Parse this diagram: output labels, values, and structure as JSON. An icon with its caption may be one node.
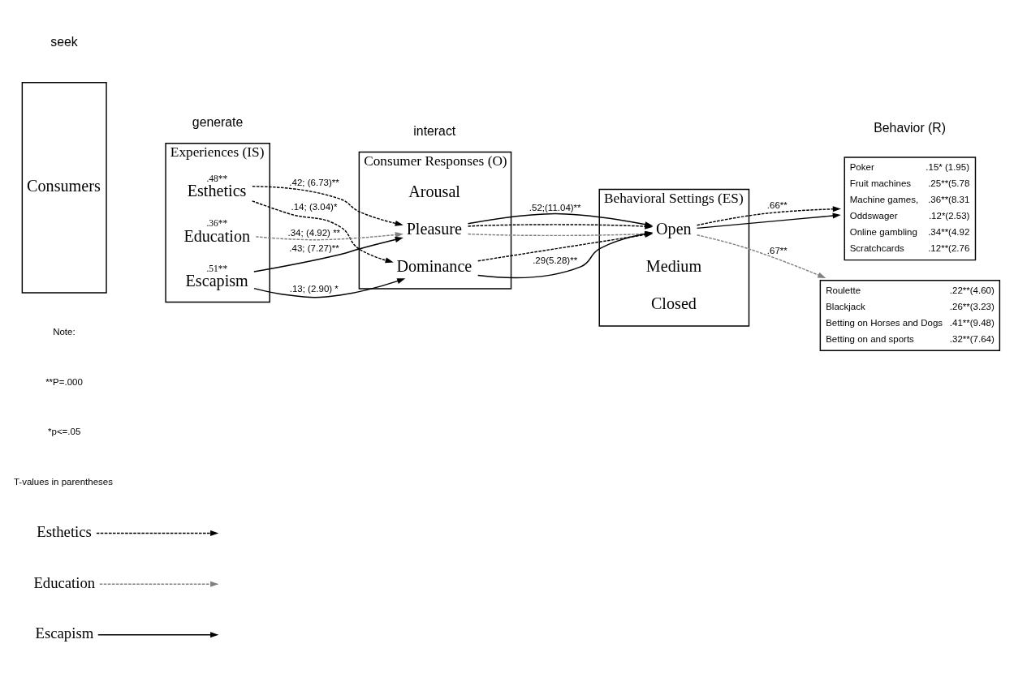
{
  "diagram": {
    "nodes": [
      {
        "text": [
          "Consumers"
        ]
      },
      {
        "text": [
          "Experiences (IS)"
        ]
      },
      {
        "text": [
          "Esthetics"
        ],
        "beside": [
          ".48**"
        ],
        "in": 1
      },
      {
        "text": [
          "Education"
        ],
        "beside": [
          ".36**"
        ],
        "in": 1
      },
      {
        "text": [
          "Escapism"
        ],
        "beside": [
          ".51**"
        ],
        "in": 1
      },
      {
        "text": [
          "Consumer Responses (O)"
        ]
      },
      {
        "text": [
          "Arousal"
        ],
        "in": 5
      },
      {
        "text": [
          "Pleasure"
        ],
        "in": 5
      },
      {
        "text": [
          "Dominance"
        ],
        "in": 5
      },
      {
        "text": [
          "Behavioral Settings (ES)"
        ]
      },
      {
        "text": [
          "Open"
        ],
        "in": 9
      },
      {
        "text": [
          "Medium"
        ],
        "in": 9
      },
      {
        "text": [
          "Closed"
        ],
        "in": 9
      },
      {
        "text": [
          "Poker",
          ".15* (1.95)",
          "Fruit machines",
          ".25**(5.78",
          "Machine games,",
          ".36**(8.31",
          "Oddswager",
          ".12*(2.53)",
          "Online gambling",
          ".34**(4.92",
          "Scratchcards",
          ".12**(2.76"
        ]
      },
      {
        "text": [
          "Roulette",
          ".22**(4.60)",
          "Blackjack",
          ".26**(3.23)",
          "Betting on Horses and Dogs",
          ".41**(9.48)",
          "Betting on and sports",
          ".32**(7.64)"
        ]
      }
    ],
    "edges": [
      {
        "from": 2,
        "to": 7,
        "arrow": "to",
        "style": "dashed",
        "label": ".42; (6.73)**"
      },
      {
        "from": 2,
        "to": 8,
        "arrow": "to",
        "style": "dashed",
        "label": ".14; (3.04)*"
      },
      {
        "from": 3,
        "to": 7,
        "arrow": "to",
        "style": "dashed",
        "color": "#808080",
        "label": ".34; (4.92) **"
      },
      {
        "from": 4,
        "to": 7,
        "arrow": "to",
        "label": ".43; (7.27)**"
      },
      {
        "from": 4,
        "to": 8,
        "arrow": "to",
        "label": ".13; (2.90) *"
      },
      {
        "from": 7,
        "to": 10,
        "arrow": "to",
        "label": ".52;(11.04)**"
      },
      {
        "from": 7,
        "to": 10,
        "arrow": "to",
        "style": "dashed",
        "color": "#808080"
      },
      {
        "from": 7,
        "to": 10,
        "arrow": "to",
        "style": "dashed"
      },
      {
        "from": 8,
        "to": 10,
        "arrow": "to",
        "style": "dashed"
      },
      {
        "from": 8,
        "to": 10,
        "arrow": "to",
        "label": ".29(5.28)**"
      },
      {
        "from": 10,
        "to": 13,
        "arrow": "to",
        "style": "dashed",
        "label": ".66**"
      },
      {
        "from": 10,
        "to": 13,
        "arrow": "to"
      },
      {
        "from": 10,
        "to": 14,
        "arrow": "to",
        "style": "dashed",
        "color": "#808080",
        "label": ".67**"
      }
    ],
    "labels": [
      "generate",
      "interact",
      "Behavior (R)",
      "seek",
      "Note:",
      "**P=.000",
      "*p<=.05",
      "T-values in parentheses"
    ],
    "legend": [
      {
        "text": "Esthetics"
      },
      {
        "text": "Education"
      },
      {
        "text": "Escapism"
      }
    ]
  }
}
